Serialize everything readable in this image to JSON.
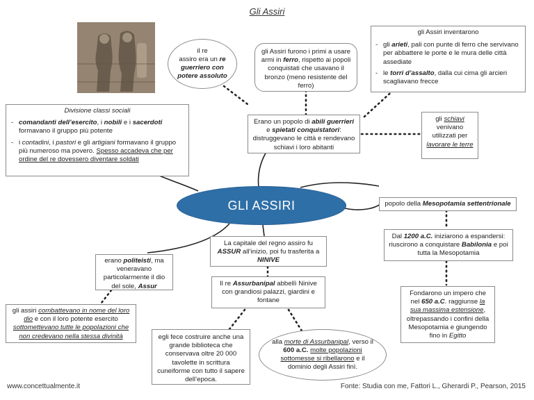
{
  "title": "Gli Assiri",
  "center": "GLI ASSIRI",
  "re": {
    "a": "il re",
    "b": "assiro era un ",
    "c": "re guerriero con potere assoluto"
  },
  "ferro": {
    "a": "gli Assiri furono i primi a usare armi in ",
    "b": "ferro",
    "c": ", rispetto ai popoli conquistati che usavano il bronzo (meno resistente del ferro)"
  },
  "invent": {
    "head": "gli Assiri inventarono",
    "i1a": "gli ",
    "i1b": "arieti",
    "i1c": ", pali con punte di ferro che servivano per abbattere le porte e le mura delle città assediate",
    "i2a": "le ",
    "i2b": "torri d’assalto",
    "i2c": ", dalla cui cima gli arcieri scagliavano frecce"
  },
  "classi": {
    "head": "Divisione classi sociali",
    "i1a": "comandanti dell’esercito",
    "i1b": ", i ",
    "i1c": "nobili",
    "i1d": " e i ",
    "i1e": "sacerdoti",
    "i1f": " formavano il gruppo più potente",
    "i2a": "i ",
    "i2b": "contadini",
    "i2c": ", i ",
    "i2d": "pastori",
    "i2e": " e gli ",
    "i2f": "artigiani",
    "i2g": " formavano il gruppo più numeroso ma povero. ",
    "i2h": "Spesso accadeva che per ordine del re dovessero diventare soldati"
  },
  "popolo": {
    "a": "Erano un popolo di ",
    "b": "abili guerrieri",
    "c": " e ",
    "d": "spietati conquistatori",
    "e": ": distruggevano le città e rendevano schiavi i loro abitanti"
  },
  "schiavi": {
    "a": "gli ",
    "b": "schiavi",
    "c": " venivano utilizzati per ",
    "d": "lavorare le terre"
  },
  "meso": {
    "a": "popolo della ",
    "b": "Mesopotamia settentrionale"
  },
  "espandersi": {
    "a": "Dal ",
    "b": "1200 a.C.",
    "c": " iniziarono a espandersi: riuscirono a conquistare ",
    "d": "Babilonia",
    "e": " e poi tutta la Mesopotamia"
  },
  "impero": {
    "a": "Fondarono un impero che nel ",
    "b": "650 a.C",
    "c": ". raggiunse ",
    "d": "la sua massima estensione",
    "e": ", oltrepassando i confini della Mesopotamia e giungendo fino in ",
    "f": "Egitto"
  },
  "capitale": {
    "a": "La capitale del regno assiro fu ",
    "b": "ASSUR",
    "c": " all’inizio, poi fu trasferita a ",
    "d": "NINIVE"
  },
  "assurbanipal": {
    "a": "Il re ",
    "b": "Assurbanipal",
    "c": " abbellì Ninive con grandiosi palazzi, giardini e fontane"
  },
  "biblioteca": {
    "text": "egli fece costruire anche una grande biblioteca che conservava oltre 20 000 tavolette in scrittura cuneiforme con tutto il sapere dell’epoca."
  },
  "morte": {
    "a": "alla ",
    "b": "morte di Assurbanipal",
    "c": ", verso il ",
    "d": "600 a.C.",
    "e": " ",
    "f": "molte popolazioni sottomesse si ribellarono",
    "g": " e il dominio degli Assiri finì."
  },
  "politeisti": {
    "a": "erano ",
    "b": "politeisti",
    "c": ", ma veneravano particolarmente il dio del sole, ",
    "d": "Assur"
  },
  "combattevano": {
    "a": "gli assiri ",
    "b": "combattevano in nome del loro dio",
    "c": " e con il loro potente esercito ",
    "d": "sottomettevano tutte le popolazioni che non credevano nella stessa divinità"
  },
  "footer": {
    "left": "www.concettualmente.it",
    "right": "Fonte: Studia con me, Fattori L., Gherardi P., Pearson, 2015"
  }
}
